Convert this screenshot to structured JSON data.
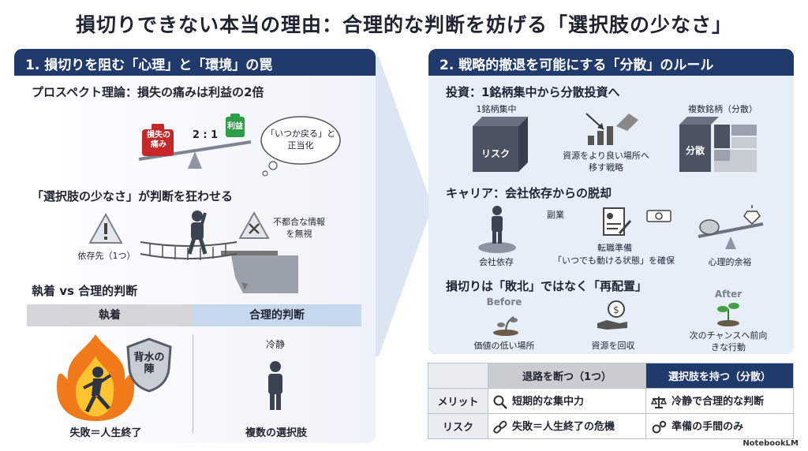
{
  "title": "損切りできない本当の理由：合理的な判断を妨げる「選択肢の少なさ」",
  "left": {
    "header": "1. 損切りを阻む「心理」と「環境」の罠",
    "prospect": {
      "heading": "プロスペクト理論：損失の痛みは利益の2倍",
      "loss_weight": "損失の痛み",
      "gain_weight": "利益",
      "ratio": "2 : 1",
      "thought": "「いつか戻る」と正当化"
    },
    "few_options": {
      "heading": "「選択肢の少なさ」が判断を狂わせる",
      "dependency": "依存先（1つ）",
      "ignore": "不都合な情報を無視"
    },
    "compare": {
      "heading": "執着 vs 合理的判断",
      "col_attach": "執着",
      "col_rational": "合理的判断",
      "shield": "背水の陣",
      "attach_caption": "失敗＝人生終了",
      "calm": "冷静",
      "rational_caption": "複数の選択肢"
    }
  },
  "right": {
    "header": "2. 戦略的撤退を可能にする「分散」のルール",
    "invest": {
      "heading": "投資：1銘柄集中から分散投資へ",
      "single_label": "1銘柄集中",
      "risk": "リスク",
      "middle": "資源をより良い場所へ移す戦略",
      "multi_label": "複数銘柄（分散）",
      "diversify": "分散"
    },
    "career": {
      "heading": "キャリア：会社依存からの脱却",
      "company": "会社依存",
      "side_job": "副業",
      "job_prep": "転職準備",
      "ready": "「いつでも動ける状態」を確保",
      "margin": "心理的余裕"
    },
    "relocate": {
      "heading": "損切りは「敗北」ではなく「再配置」",
      "before": "Before",
      "before_caption": "価値の低い場所",
      "recover": "資源を回収",
      "after": "After",
      "after_caption": "次のチャンスへ前向きな行動"
    }
  },
  "table": {
    "col1": "退路を断つ（1つ）",
    "col2": "選択肢を持つ（分散）",
    "rows": [
      {
        "label": "メリット",
        "a": "短期的な集中力",
        "b": "冷静で合理的な判断"
      },
      {
        "label": "リスク",
        "a": "失敗＝人生終了の危機",
        "b": "準備の手間のみ"
      }
    ]
  },
  "footer": "NotebookLM"
}
